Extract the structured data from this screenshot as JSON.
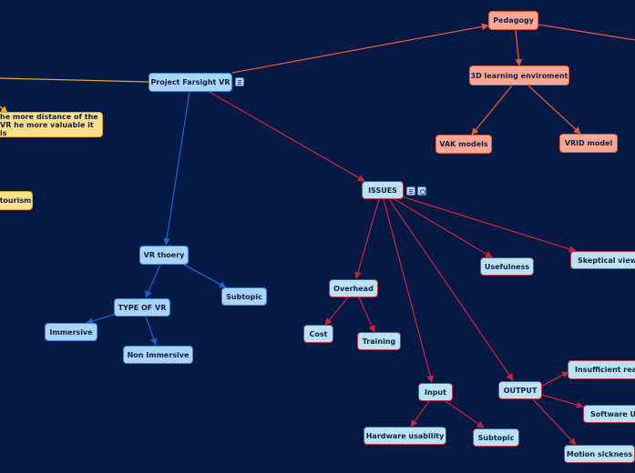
{
  "nodes": {
    "root": "Project Farsight VR",
    "pedagogy": "Pedagogy",
    "learning_env": "3D learning enviroment",
    "vak": "VAK models",
    "vrid": "VRID model",
    "issues": "ISSUES",
    "distance_note": "he more distance of the VR he more valuable it is",
    "tourism": "tourism",
    "vr_theory": "VR thoery",
    "type_of_vr": "TYPE OF VR",
    "immersive": "Immersive",
    "non_immersive": "Non Immersive",
    "subtopic_vr": "Subtopic",
    "overhead": "Overhead",
    "cost": "Cost",
    "training": "Training",
    "input": "Input",
    "hardware_usability": "Hardware usability",
    "subtopic_input": "Subtopic",
    "output": "OUTPUT",
    "insufficient": "Insufficient reali",
    "software_usability": "Software Us",
    "motion_sickness": "Motion sickness",
    "usefulness": "Usefulness",
    "skeptical": "Skeptical view o"
  },
  "colors": {
    "background": "#041944",
    "root_branch": "#e05a3c",
    "blue_branch": "#1f5fd0",
    "red_branch": "#c8223c",
    "yellow_branch": "#e8a820"
  }
}
